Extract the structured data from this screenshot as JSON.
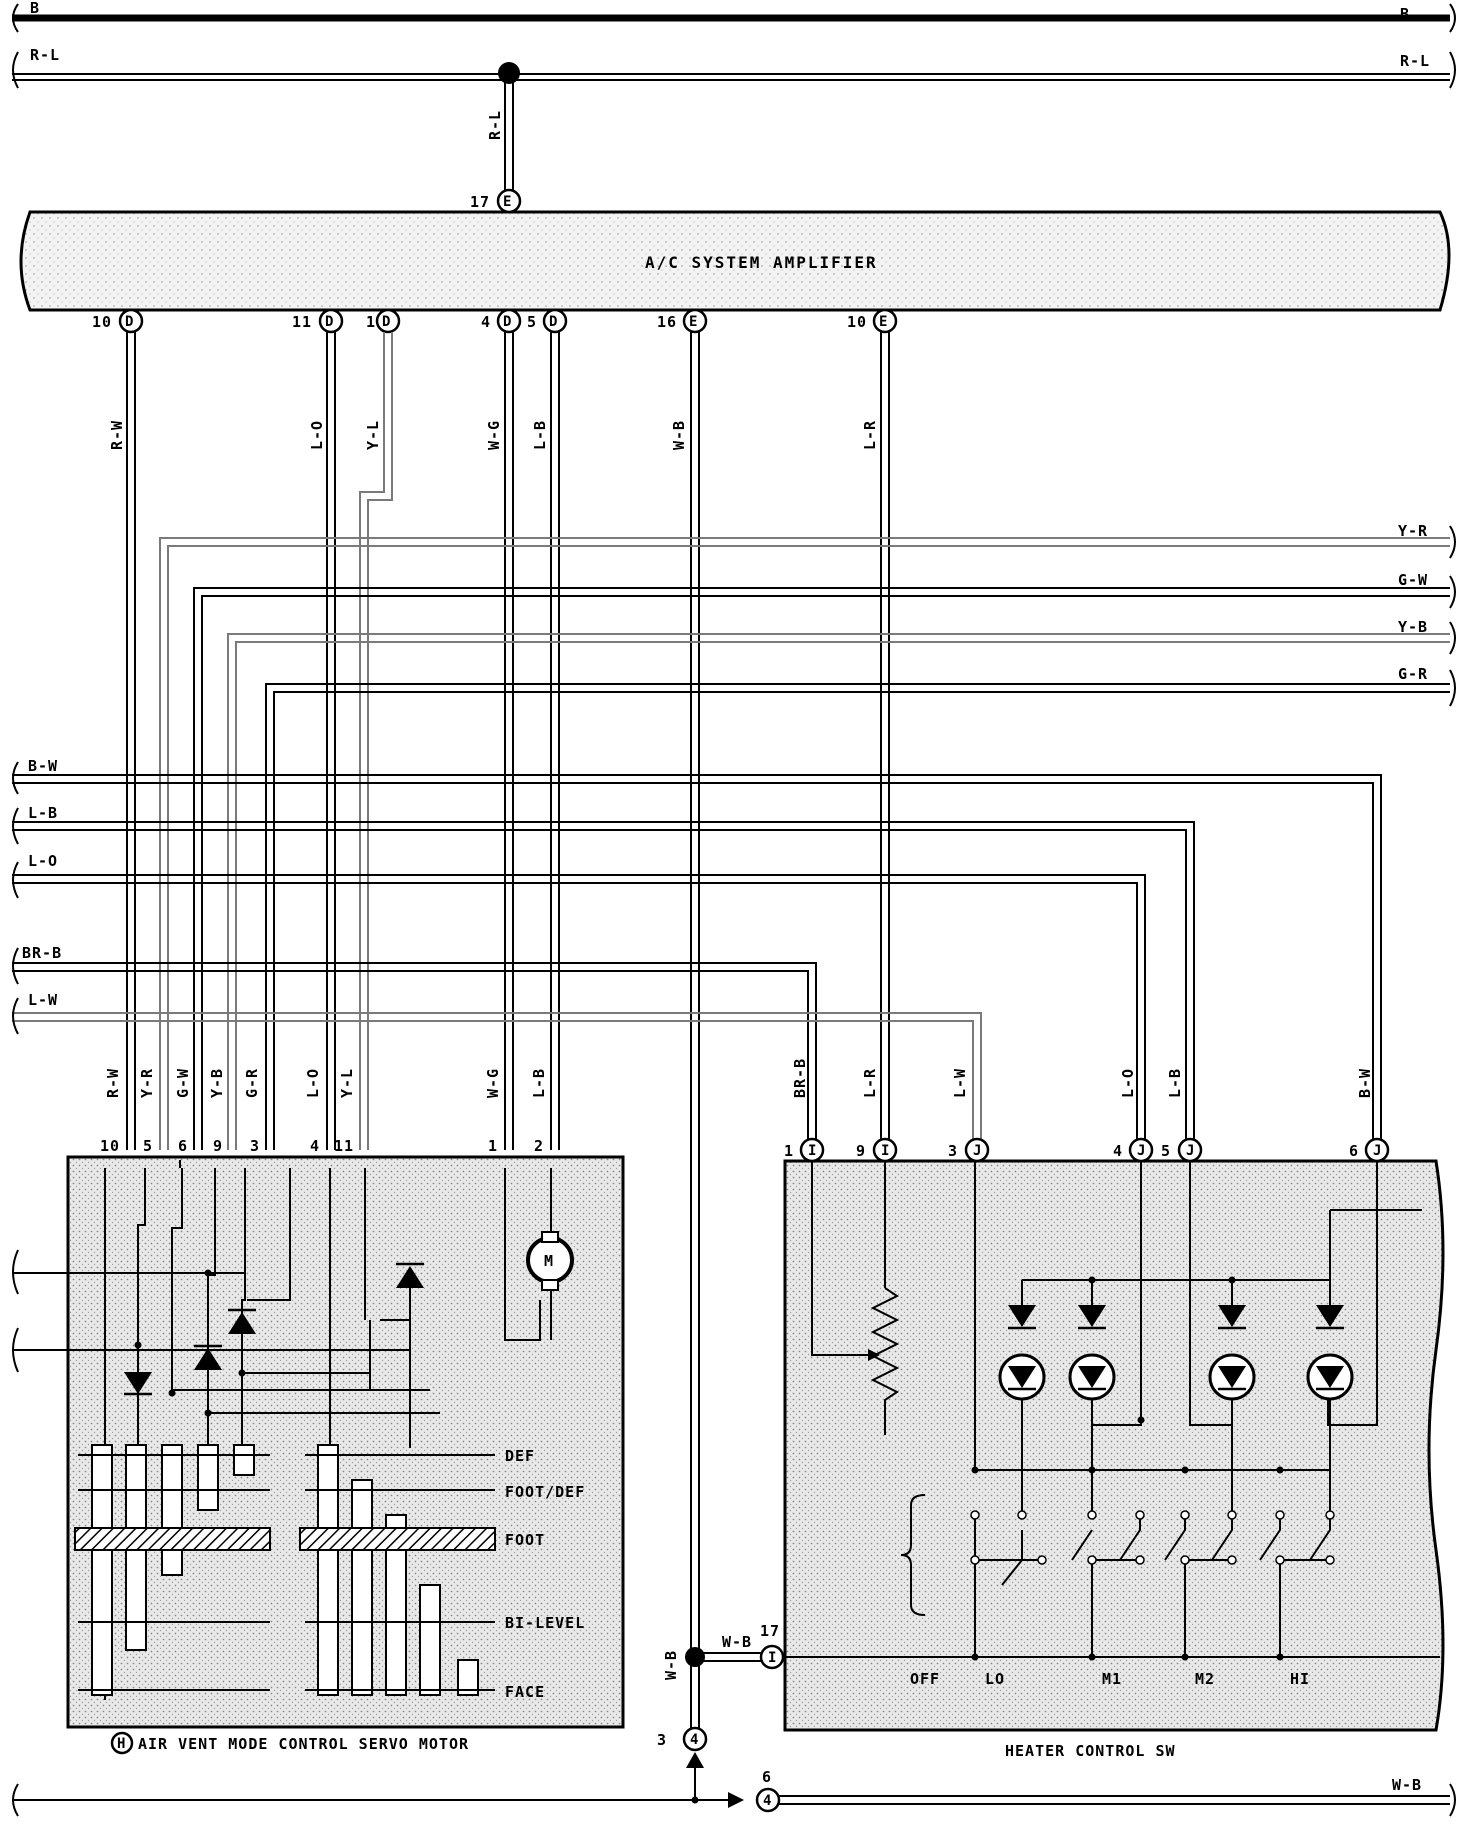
{
  "components": {
    "amplifier": {
      "name": "A/C SYSTEM AMPLIFIER"
    },
    "servo": {
      "name": "AIR VENT MODE CONTROL SERVO MOTOR",
      "connector": "H",
      "pin_labels": [
        "10",
        "5",
        "6",
        "9",
        "3",
        "4",
        "11",
        "1",
        "2"
      ],
      "wire_labels": [
        "R-W",
        "Y-R",
        "G-W",
        "Y-B",
        "G-R",
        "L-O",
        "Y-L",
        "W-G",
        "L-B"
      ],
      "modes": [
        "DEF",
        "FOOT/DEF",
        "FOOT",
        "BI-LEVEL",
        "FACE"
      ],
      "motor_symbol": "M"
    },
    "heater_sw": {
      "name": "HEATER CONTROL SW",
      "pin_labels": [
        "1",
        "9",
        "3",
        "4",
        "5",
        "6",
        "17"
      ],
      "wire_labels": [
        "BR-B",
        "L-R",
        "L-W",
        "L-O",
        "L-B",
        "B-W"
      ],
      "positions": [
        "OFF",
        "LO",
        "M1",
        "M2",
        "HI"
      ]
    }
  },
  "top_bus": {
    "b_left": "B",
    "b_right": "B",
    "rl_left": "R-L",
    "rl_right": "R-L",
    "rl_drop": "R-L"
  },
  "amp_pins": {
    "top": {
      "num": "17",
      "conn": "E"
    },
    "bottom": [
      {
        "num": "10",
        "conn": "D",
        "wire": "R-W"
      },
      {
        "num": "11",
        "conn": "D",
        "wire": "L-O"
      },
      {
        "num": "1",
        "conn": "D",
        "wire": "Y-L"
      },
      {
        "num": "4",
        "conn": "D",
        "wire": "W-G"
      },
      {
        "num": "5",
        "conn": "D",
        "wire": "L-B"
      },
      {
        "num": "16",
        "conn": "E",
        "wire": "W-B"
      },
      {
        "num": "10",
        "conn": "E",
        "wire": "L-R"
      }
    ]
  },
  "right_stubs": [
    "Y-R",
    "G-W",
    "Y-B",
    "G-R"
  ],
  "left_stubs": [
    "B-W",
    "L-B",
    "L-O",
    "BR-B",
    "L-W"
  ],
  "ground": {
    "wb_label_vertical": "W-B",
    "wb_label_horizontal": "W-B",
    "i17_num": "17",
    "i17_conn": "I",
    "j3_num": "3",
    "j3_conn": "4",
    "j6_num": "6",
    "j6_conn": "4",
    "bottom_right_label": "W-B"
  }
}
